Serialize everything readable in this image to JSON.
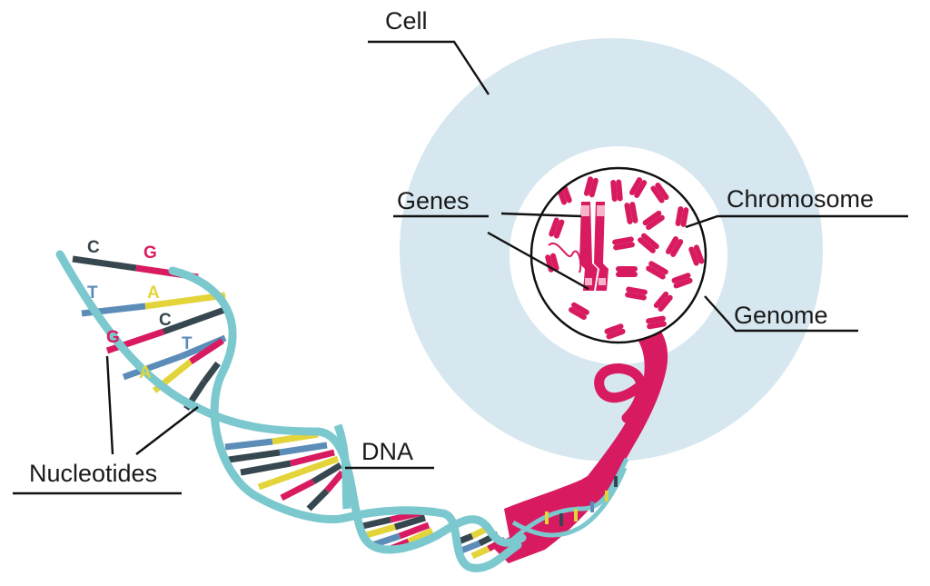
{
  "labels": {
    "cell": "Cell",
    "genes": "Genes",
    "chromosome": "Chromosome",
    "genome": "Genome",
    "dna": "DNA",
    "nucleotides": "Nucleotides"
  },
  "bases": [
    {
      "letter": "C",
      "color": "#37474f"
    },
    {
      "letter": "G",
      "color": "#d81b60"
    },
    {
      "letter": "T",
      "color": "#5b8db8"
    },
    {
      "letter": "A",
      "color": "#e3d43a"
    },
    {
      "letter": "G",
      "color": "#d81b60"
    },
    {
      "letter": "C",
      "color": "#37474f"
    },
    {
      "letter": "T",
      "color": "#5b8db8"
    },
    {
      "letter": "A",
      "color": "#e3d43a"
    }
  ],
  "colors": {
    "cell": "#d6e7f0",
    "nucleus": "#ffffff",
    "chromosome": "#d81b60",
    "backbone": "#7cc8cf",
    "adenine": "#e3d43a",
    "thymine": "#5b8db8",
    "guanine": "#d81b60",
    "cytosine": "#37474f"
  }
}
